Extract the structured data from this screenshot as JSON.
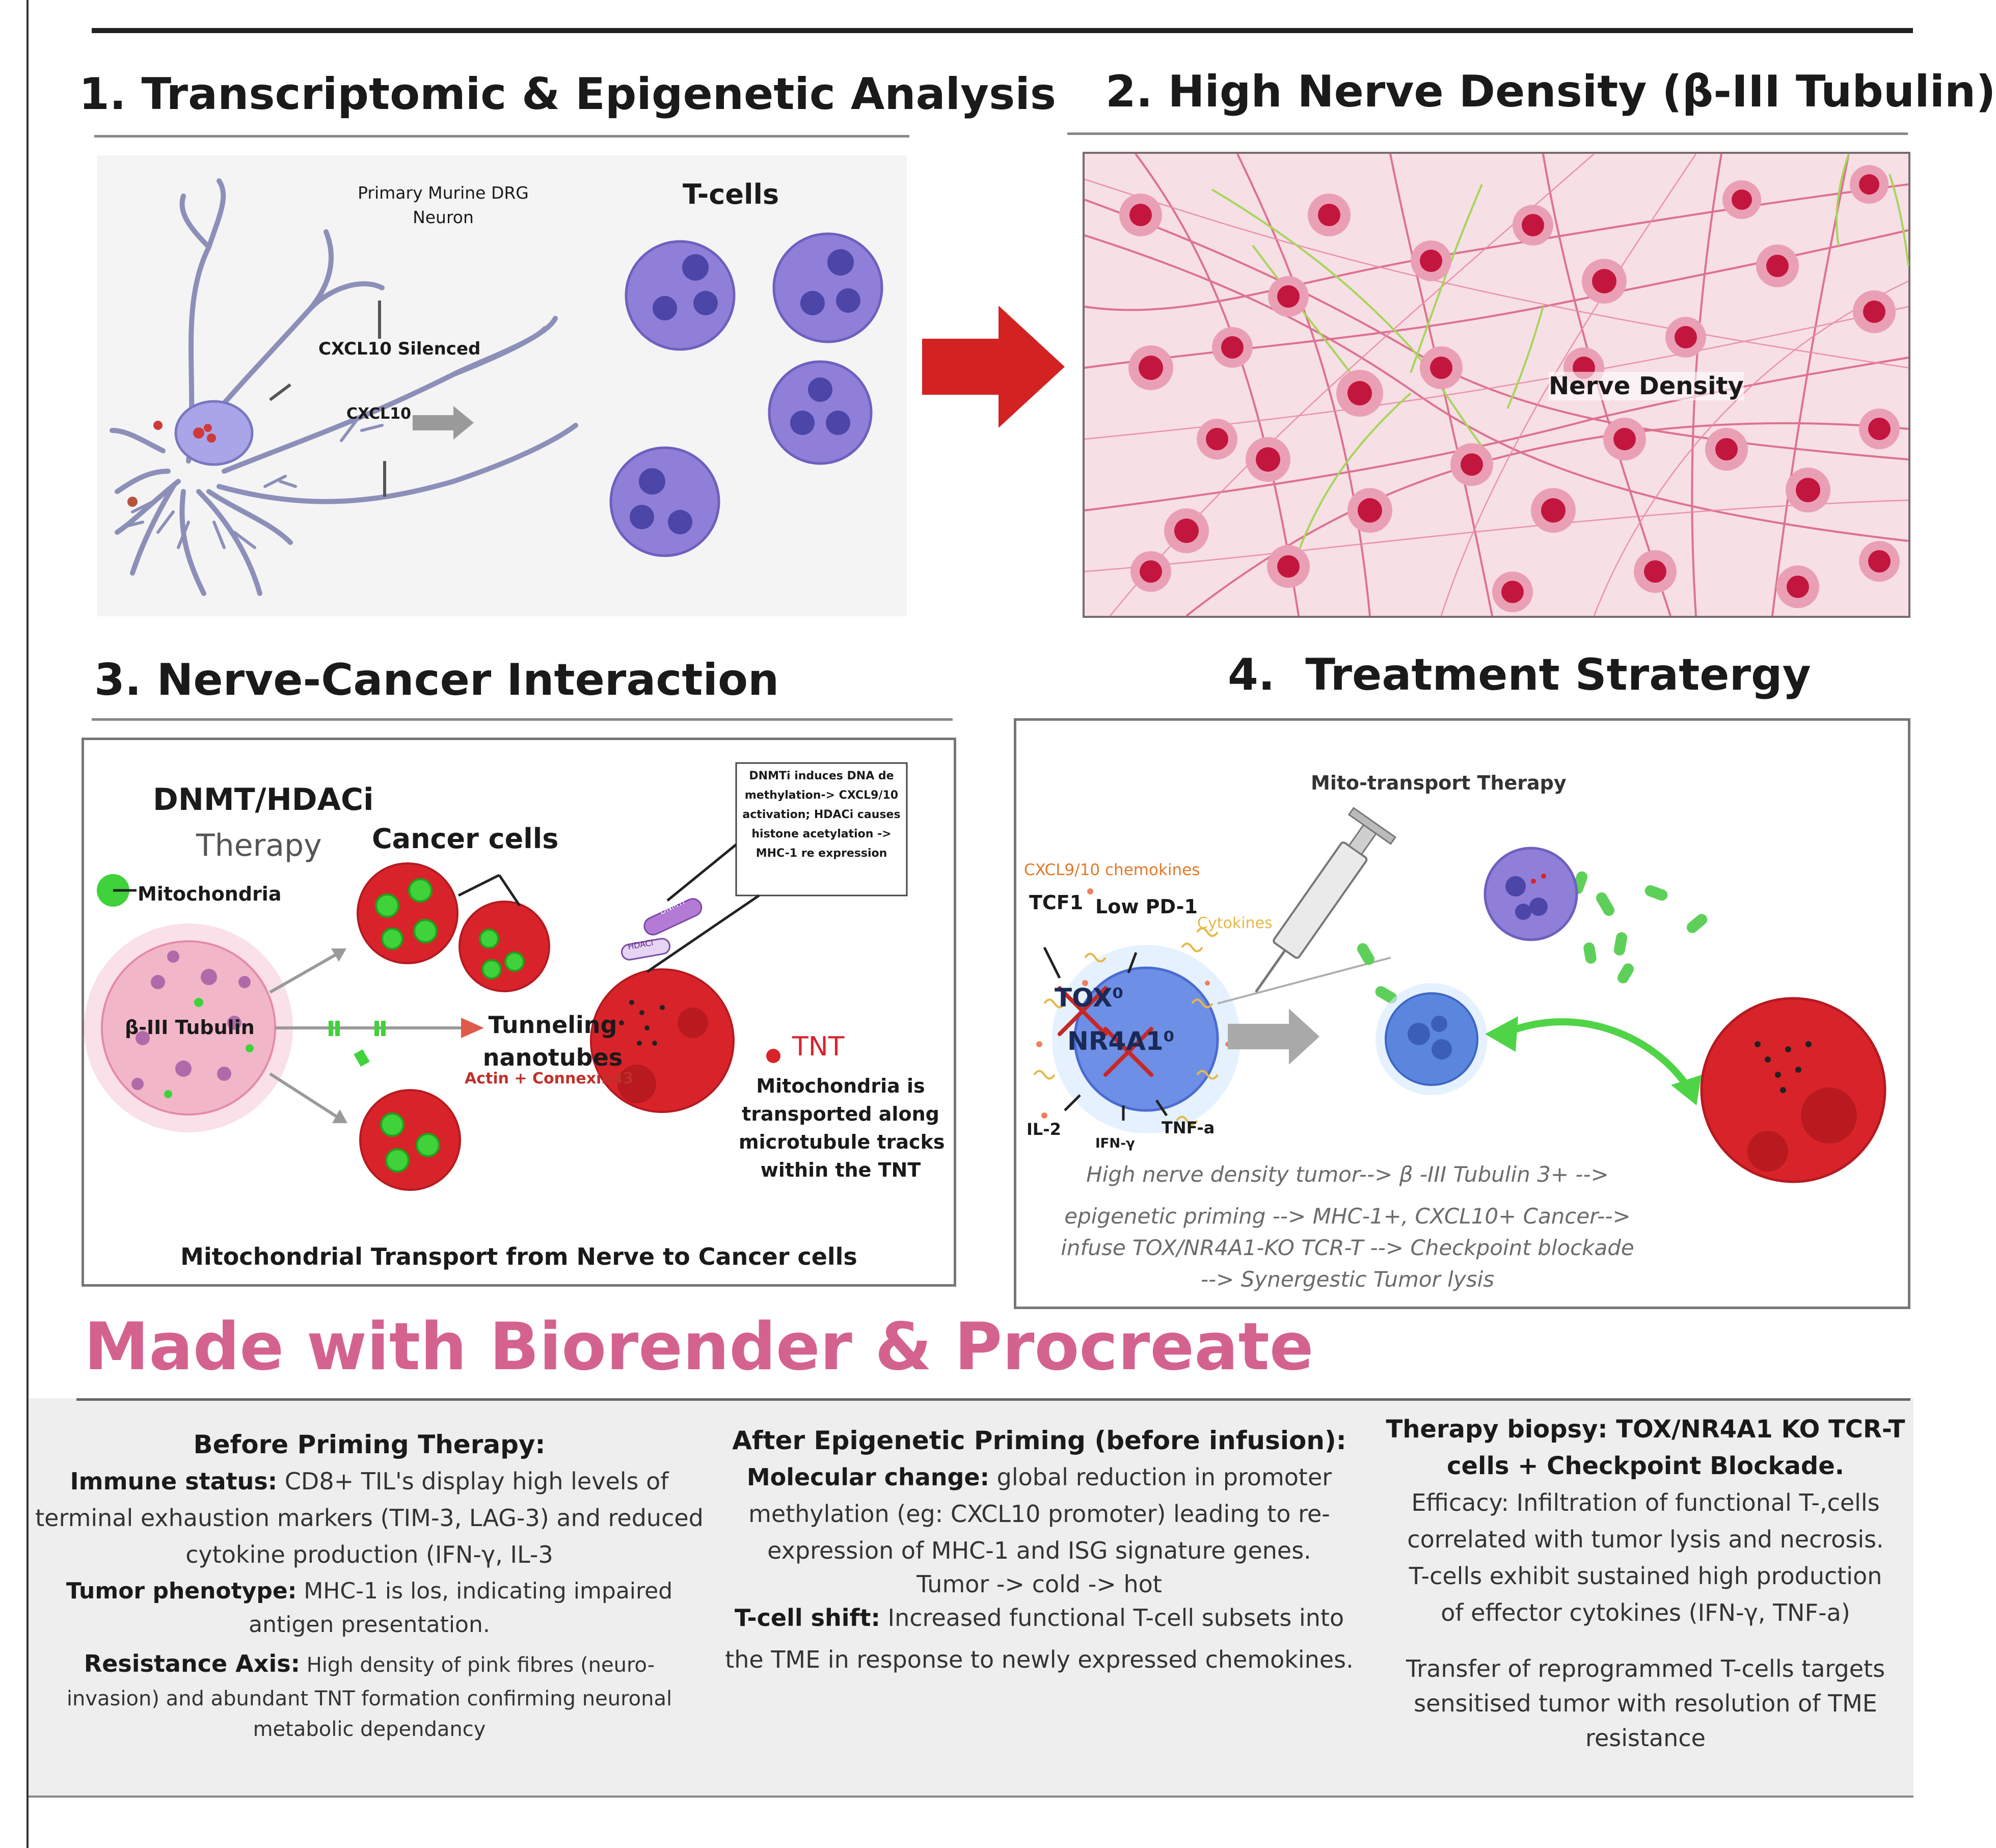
{
  "panel1": {
    "title": "1. Transcriptomic & Epigenetic Analysis",
    "neuron_label_1": "Primary Murine DRG",
    "neuron_label_2": "Neuron",
    "silenced_label": "CXCL10 Silenced",
    "cxcl10_label": "CXCL10",
    "tcells_label": "T-cells"
  },
  "panel2": {
    "title": "2. High Nerve Density (β-III Tubulin)",
    "nerve_density_label": "Nerve Density"
  },
  "panel3": {
    "title": "3. Nerve-Cancer Interaction",
    "therapy_label_1": "DNMT/HDACi",
    "therapy_label_2": "Therapy",
    "mitochondria_label": "Mitochondria",
    "cancer_cells_label": "Cancer cells",
    "tubulin_label": "β-III Tubulin",
    "tunneling_label_1": "Tunneling",
    "tunneling_label_2": "nanotubes",
    "actin_label": "Actin + Connexin43",
    "tnt_label": "TNT",
    "mito_transport_1": "Mitochondria is",
    "mito_transport_2": "transported along",
    "mito_transport_3": "microtubule tracks",
    "mito_transport_4": "within the TNT",
    "note_lines": [
      "DNMTi induces DNA de",
      "methylation-> CXCL9/10",
      "activation; HDACi causes",
      "histone acetylation ->",
      "MHC-1 re expression"
    ],
    "dnmti_pill": "DNMTi",
    "hdaci_pill": "HDACi",
    "caption": "Mitochondrial Transport from Nerve to Cancer cells"
  },
  "panel4": {
    "title": "4.  Treatment Stratergy",
    "mito_therapy_label": "Mito-transport Therapy",
    "chemokines_label": "CXCL9/10 chemokines",
    "tcf1_label": "TCF1",
    "lowpd1_label": "Low PD-1",
    "cytokines_label": "Cytokines",
    "tox_label": "TOX⁰",
    "nr4a1_label": "NR4A1⁰",
    "il2_label": "IL-2",
    "ifny_label": "IFN-γ",
    "tnfa_label": "TNF-a",
    "flow_lines": [
      "High nerve density tumor-->  β -III Tubulin 3+ -->",
      "epigenetic priming --> MHC-1+, CXCL10+ Cancer-->",
      "infuse TOX/NR4A1-KO TCR-T --> Checkpoint blockade",
      "--> Synergestic Tumor lysis"
    ]
  },
  "watermark": "Made with Biorender & Procreate",
  "bottom": {
    "col1": {
      "heading": "Before Priming Therapy:",
      "immune_key": "Immune status:",
      "immune_text_1": " CD8+ TIL's display high levels of",
      "immune_text_2": "terminal exhaustion markers (TIM-3, LAG-3) and reduced",
      "immune_text_3": "cytokine production (IFN-γ, IL-3",
      "tumor_key": "Tumor phenotype:",
      "tumor_text_1": " MHC-1 is los, indicating impaired",
      "tumor_text_2": "antigen presentation.",
      "resistance_key": "Resistance Axis:",
      "resistance_text_1": " High density of pink  fibres (neuro-",
      "resistance_text_2": "invasion) and abundant TNT formation confirming neuronal",
      "resistance_text_3": "metabolic dependancy"
    },
    "col2": {
      "heading": "After Epigenetic Priming (before infusion):",
      "molecular_key": "Molecular change:",
      "molecular_text_1": " global reduction in promoter",
      "molecular_text_2": "methylation (eg: CXCL10 promoter) leading to re-",
      "molecular_text_3": "expression of MHC-1 and ISG signature genes.",
      "molecular_text_4": "Tumor -> cold -> hot",
      "tcell_key": "T-cell shift:",
      "tcell_text_1": "  Increased functional T-cell subsets into",
      "tcell_text_2": "the TME in response to newly expressed chemokines."
    },
    "col3": {
      "heading_1": "Therapy biopsy: TOX/NR4A1 KO TCR-T",
      "heading_2": "cells + Checkpoint Blockade.",
      "efficacy_1": "Efficacy: Infiltration of functional T-,cells",
      "efficacy_2": "correlated with tumor lysis and necrosis.",
      "efficacy_3": "T-cells exhibit sustained high production",
      "efficacy_4": "of effector cytokines (IFN-γ, TNF-a)",
      "transfer_1": "Transfer of reprogrammed T-cells targets",
      "transfer_2": "sensitised tumor with resolution of TME",
      "transfer_3": "resistance"
    }
  },
  "colors": {
    "tcell_purple": "#8f7fd8",
    "cancer_red": "#d9232a",
    "mito_green": "#3fd23a",
    "watermark_pink": "#d4628f",
    "arrow_red": "#d32222",
    "tissue_pink": "#f0b7c8"
  }
}
